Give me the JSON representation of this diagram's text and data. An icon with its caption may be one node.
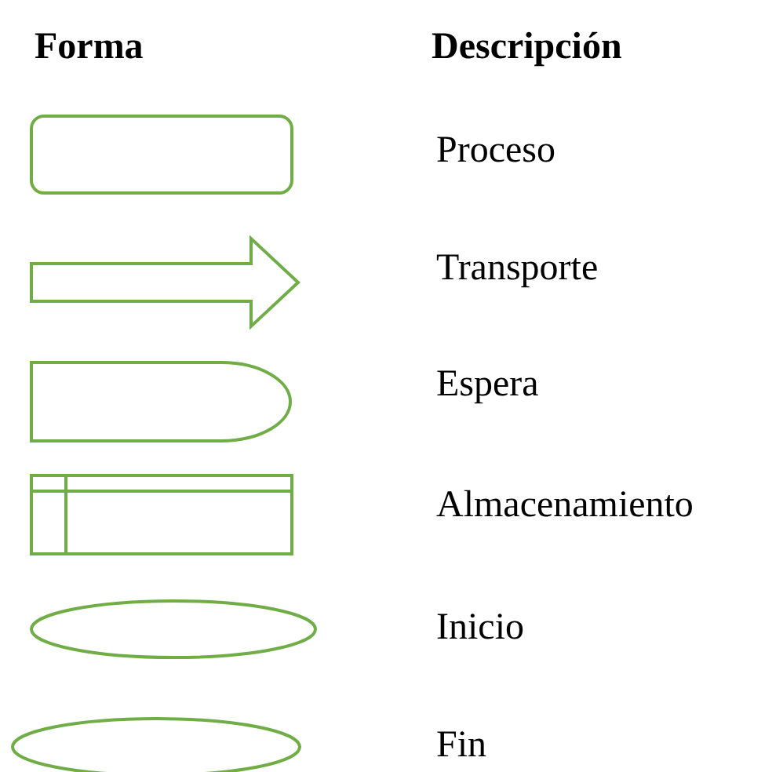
{
  "diagram": {
    "labels": [
      "Forma",
      "Descripción"
    ],
    "legend": [
      {
        "text": "Proceso"
      },
      {
        "text": "Transporte"
      },
      {
        "text": "Espera"
      },
      {
        "text": "Almacenamiento"
      },
      {
        "text": "Inicio"
      },
      {
        "text": "Fin"
      }
    ]
  }
}
